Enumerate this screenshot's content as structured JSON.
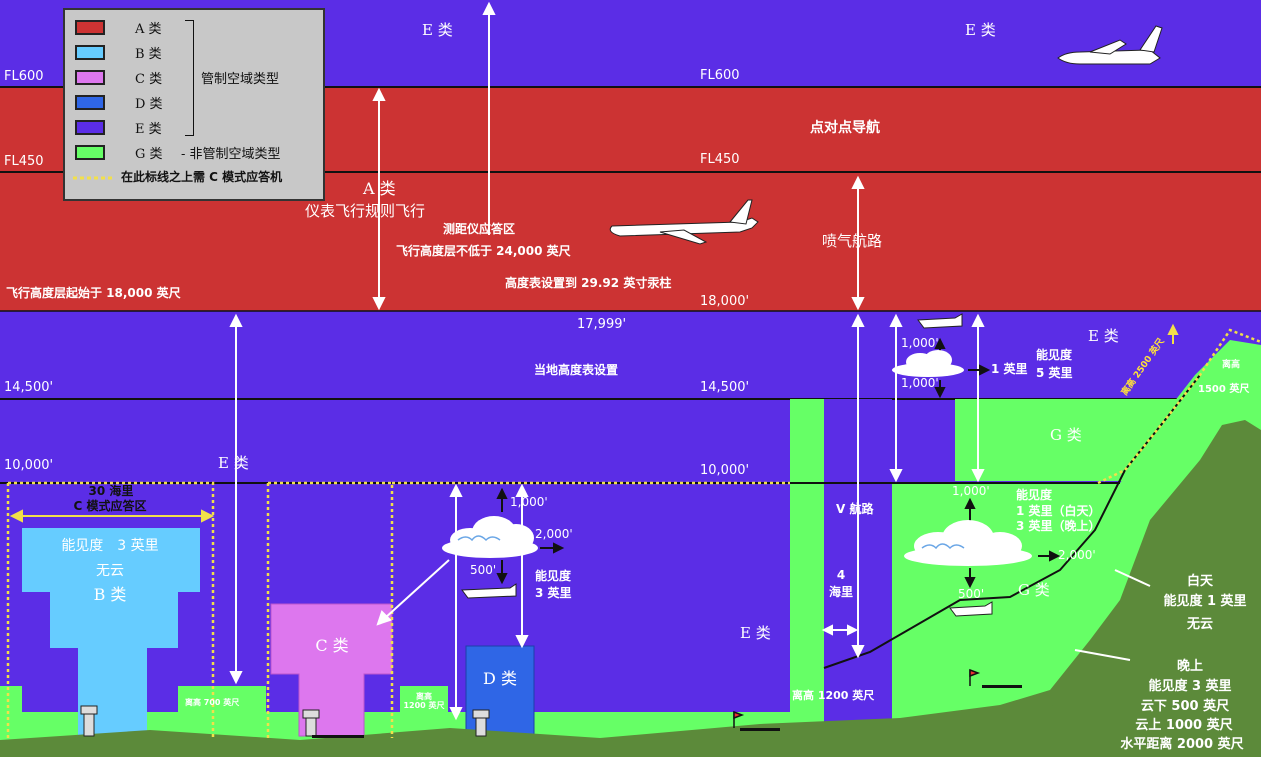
{
  "colors": {
    "class_a": "#cc3333",
    "class_b": "#66ccff",
    "class_c": "#dd77ee",
    "class_d": "#2f66e6",
    "class_e": "#5b2de6",
    "class_g": "#66ff66",
    "mountain": "#5c8a3a",
    "transponder_line": "#f2e04a"
  },
  "legend": {
    "items": [
      {
        "label": "A 类"
      },
      {
        "label": "B 类"
      },
      {
        "label": "C 类"
      },
      {
        "label": "D 类"
      },
      {
        "label": "E 类"
      },
      {
        "label": "G 类"
      }
    ],
    "controlled_label": "管制空域类型",
    "uncontrolled_label": "- 非管制空域类型",
    "transponder_label": "在此标线之上需 C 模式应答机"
  },
  "levels": {
    "fl600_left": "FL600",
    "fl600_mid": "FL600",
    "fl450_left": "FL450",
    "fl450_mid": "FL450",
    "ft18000": "18,000'",
    "ft17999": "17,999'",
    "ft14500_left": "14,500'",
    "ft14500_mid": "14,500'",
    "ft10000_left": "10,000'",
    "ft10000_mid": "10,000'"
  },
  "labels": {
    "e_top_left": "E 类",
    "e_top_right": "E 类",
    "point_to_point": "点对点导航",
    "a_class": "A 类",
    "ifr": "仪表飞行规则飞行",
    "dme_zone": "测距仪应答区",
    "fl_24000": "飞行高度层不低于 24,000 英尺",
    "flight_levels_start": "飞行高度层起始于 18,000 英尺",
    "altimeter_2992": "高度表设置到 29.92 英寸汞柱",
    "jet_routes": "喷气航路",
    "local_altimeter": "当地高度表设置",
    "e_mid_right": "E 类",
    "e_left_col": "E 类",
    "b_30nm": "30 海里",
    "b_mode_c": "C 模式应答区",
    "b_vis": "能见度　3 英里",
    "b_noclouds": "无云",
    "b_class": "B 类",
    "c_class": "C 类",
    "d_class": "D 类",
    "e_low_center": "E 类",
    "agl_700": "离高 700 英尺",
    "agl_1200_small": "离高\n1200 英尺",
    "agl_1200": "离高 1200 英尺",
    "cloud_1000": "1,000'",
    "cloud_2000": "2,000'",
    "cloud_500": "500'",
    "vis_3mi": "能见度\n3 英里",
    "v_airway": "V 航路",
    "four_nm": "4\n海里",
    "upper_1000_above": "1,000'",
    "upper_1000_below": "1,000'",
    "upper_1mi": "1 英里",
    "upper_vis": "能见度\n5 英里",
    "g_class_upper": "G 类",
    "g_cloud_1000": "1,000'",
    "g_cloud_2000": "2,000'",
    "g_cloud_500": "500'",
    "g_vis": "能见度\n1 英里（白天）\n3 英里（晚上）",
    "g_class_lower": "G 类",
    "day_title": "白天",
    "day_vis": "能见度 1 英里",
    "day_noclouds": "无云",
    "night_title": "晚上",
    "night_vis": "能见度 3 英里",
    "night_below": "云下 500 英尺",
    "night_above": "云上 1000 英尺",
    "night_horiz": "水平距离 2000 英尺",
    "ridge_2500": "离高 2500 英尺",
    "peak_agl": "离高",
    "peak_1500": "1500 英尺"
  }
}
